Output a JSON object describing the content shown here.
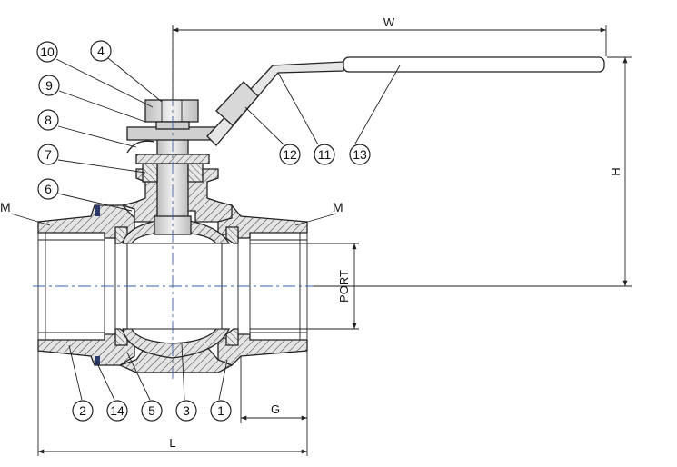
{
  "dimensions": {
    "width_label": "W",
    "height_label": "H",
    "length_label": "L",
    "port_label": "PORT",
    "g_label": "G",
    "thread_left_label": "M",
    "thread_right_label": "M"
  },
  "balloons": [
    {
      "id": "balloon-10",
      "text": "10"
    },
    {
      "id": "balloon-4",
      "text": "4"
    },
    {
      "id": "balloon-9",
      "text": "9"
    },
    {
      "id": "balloon-8",
      "text": "8"
    },
    {
      "id": "balloon-7",
      "text": "7"
    },
    {
      "id": "balloon-6",
      "text": "6"
    },
    {
      "id": "balloon-12",
      "text": "12"
    },
    {
      "id": "balloon-11",
      "text": "11"
    },
    {
      "id": "balloon-13",
      "text": "13"
    },
    {
      "id": "balloon-2",
      "text": "2"
    },
    {
      "id": "balloon-14",
      "text": "14"
    },
    {
      "id": "balloon-5",
      "text": "5"
    },
    {
      "id": "balloon-3",
      "text": "3"
    },
    {
      "id": "balloon-1",
      "text": "1"
    }
  ],
  "colors": {
    "line": "#222222",
    "centerline": "#3a5fa8",
    "body_fill": "#d9d9d9",
    "ball_fill": "#e6e6e6"
  }
}
